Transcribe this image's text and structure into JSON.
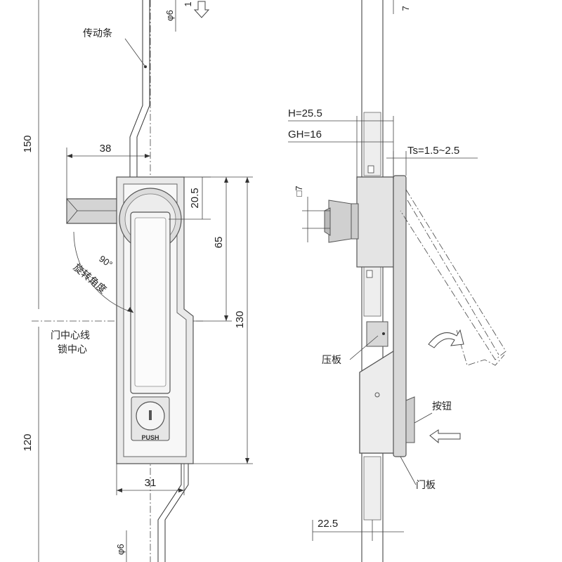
{
  "labels": {
    "drive_bar": "传动条",
    "rotation_angle": "旋转角度",
    "door_centerline": "门中心线",
    "lock_center": "锁中心",
    "press_plate": "压板",
    "button": "按钮",
    "door_panel": "门板",
    "push": "PUSH"
  },
  "dimensions": {
    "rod_dia_top": "φ6",
    "rod_dia_bottom": "φ6",
    "travel_top_left": "1",
    "travel_top_right": "7",
    "d150": "150",
    "d38": "38",
    "d20_5": "20.5",
    "d65": "65",
    "d130": "130",
    "d120": "120",
    "d31": "31",
    "angle": "90°",
    "h": "H=25.5",
    "gh": "GH=16",
    "ts": "Ts=1.5~2.5",
    "sq7": "□7",
    "d22_5": "22.5"
  }
}
